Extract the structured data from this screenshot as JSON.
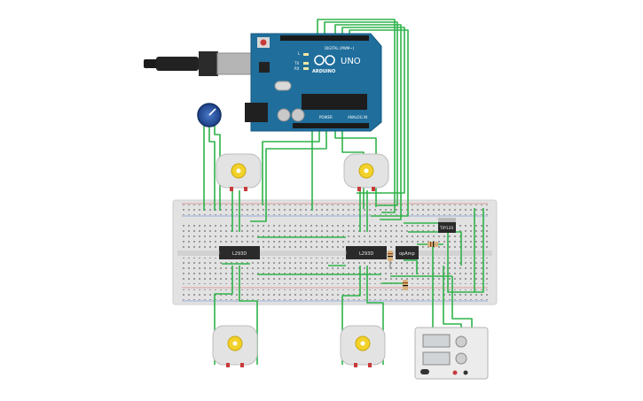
{
  "arduino": {
    "brand": "ARDUINO",
    "model": "UNO",
    "digital_label": "DIGITAL (PWM~)",
    "power_label": "POWER",
    "analog_label": "ANALOG IN",
    "led_l": "L",
    "led_tx": "TX",
    "led_rx": "RX"
  },
  "chips": {
    "driver_left": "L293D",
    "driver_right": "L293D",
    "opamp": "opAmp",
    "transistor": "TIP120"
  },
  "colors": {
    "wire": "#2fb34a",
    "arduino_blue": "#1f6e9c",
    "breadboard": "#e4e4e4",
    "motor_shaft": "#f2d22a",
    "chip": "#2a2a2a"
  }
}
